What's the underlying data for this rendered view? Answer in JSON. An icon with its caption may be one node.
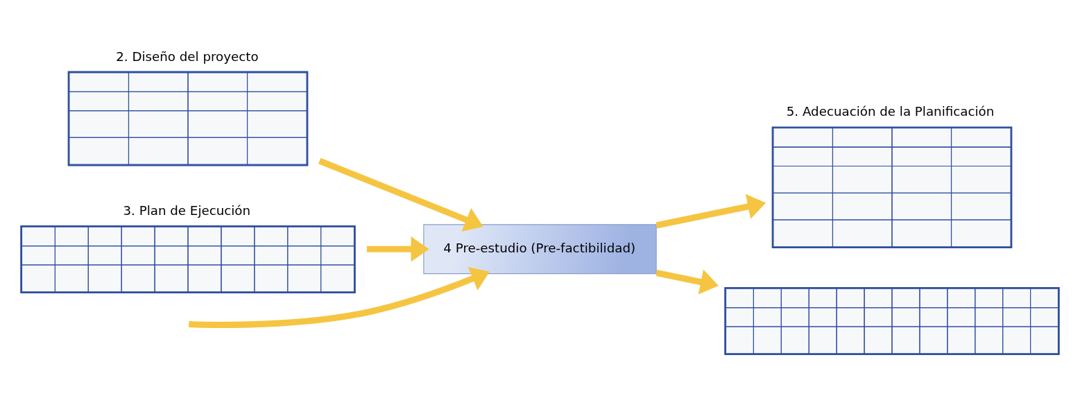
{
  "diagram": {
    "nodes": [
      {
        "text": [
          "2. Diseño del proyecto"
        ]
      },
      {
        "text": [
          "3. Plan de Ejecución"
        ]
      },
      {
        "text": [
          "4 Pre-estudio (Pre-factibilidad)"
        ]
      },
      {
        "text": [
          "5. Adecuación de la Planificación"
        ]
      },
      {
        "text": [],
        "shape": "table"
      }
    ],
    "edges": [
      {
        "from": null,
        "to": 2,
        "arrow": "to"
      },
      {
        "from": 0,
        "to": 2,
        "arrow": "to"
      },
      {
        "from": 1,
        "to": 2,
        "arrow": "to"
      },
      {
        "from": 2,
        "to": 3,
        "arrow": "to"
      },
      {
        "from": 2,
        "to": 4,
        "arrow": "to"
      }
    ]
  }
}
